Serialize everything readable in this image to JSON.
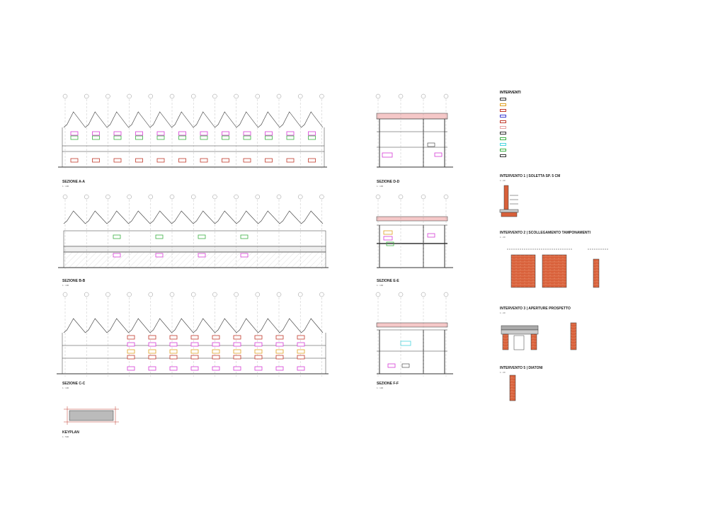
{
  "sections": [
    {
      "id": "A-A",
      "title": "SEZIONE A-A",
      "scale": "1 : 100"
    },
    {
      "id": "B-B",
      "title": "SEZIONE B-B",
      "scale": "1 : 100"
    },
    {
      "id": "C-C",
      "title": "SEZIONE C-C",
      "scale": "1 : 100"
    },
    {
      "id": "D-D",
      "title": "SEZIONE D-D",
      "scale": "1 : 100"
    },
    {
      "id": "E-E",
      "title": "SEZIONE E-E",
      "scale": "1 : 100"
    },
    {
      "id": "F-F",
      "title": "SEZIONE F-F",
      "scale": "1 : 100"
    }
  ],
  "keyplan": {
    "title": "KEYPLAN",
    "scale": "1 : 500"
  },
  "interventi": {
    "title": "INTERVENTI",
    "details": [
      {
        "title": "INTERVENTO 1 | SOLETTA SP. 5 CM",
        "scale": "1 : 20"
      },
      {
        "title": "INTERVENTO 2 | SCOLLEGAMENTO TAMPONAMENTI",
        "scale": "1 : 20"
      },
      {
        "title": "INTERVENTO 3 | APERTURE PROSPETTO",
        "scale": "1 : 20"
      },
      {
        "title": "INTERVENTO 5 | DIATONI",
        "scale": "1 : 20"
      }
    ]
  },
  "colors": {
    "line": "#333333",
    "red": "#c0392b",
    "magenta": "#d63bd6",
    "blue": "#3b3bd0",
    "green": "#3cb043",
    "orange": "#e0a020",
    "cyan": "#4ad6e0",
    "brick": "#d8603a",
    "pink": "#e8a0a0"
  }
}
